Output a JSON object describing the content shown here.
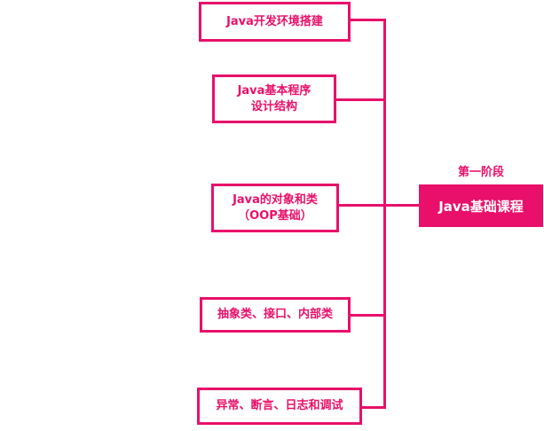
{
  "colors": {
    "accent": "#e8106a",
    "background": "#ffffff"
  },
  "stage": {
    "label": "第一阶段",
    "title": "Java基础课程"
  },
  "topics": [
    {
      "lines": [
        "Java开发环境搭建"
      ]
    },
    {
      "lines": [
        "Java基本程序",
        "设计结构"
      ]
    },
    {
      "lines": [
        "Java的对象和类",
        "（OOP基础）"
      ]
    },
    {
      "lines": [
        "抽象类、接口、内部类"
      ]
    },
    {
      "lines": [
        "异常、断言、日志和调试"
      ]
    }
  ]
}
